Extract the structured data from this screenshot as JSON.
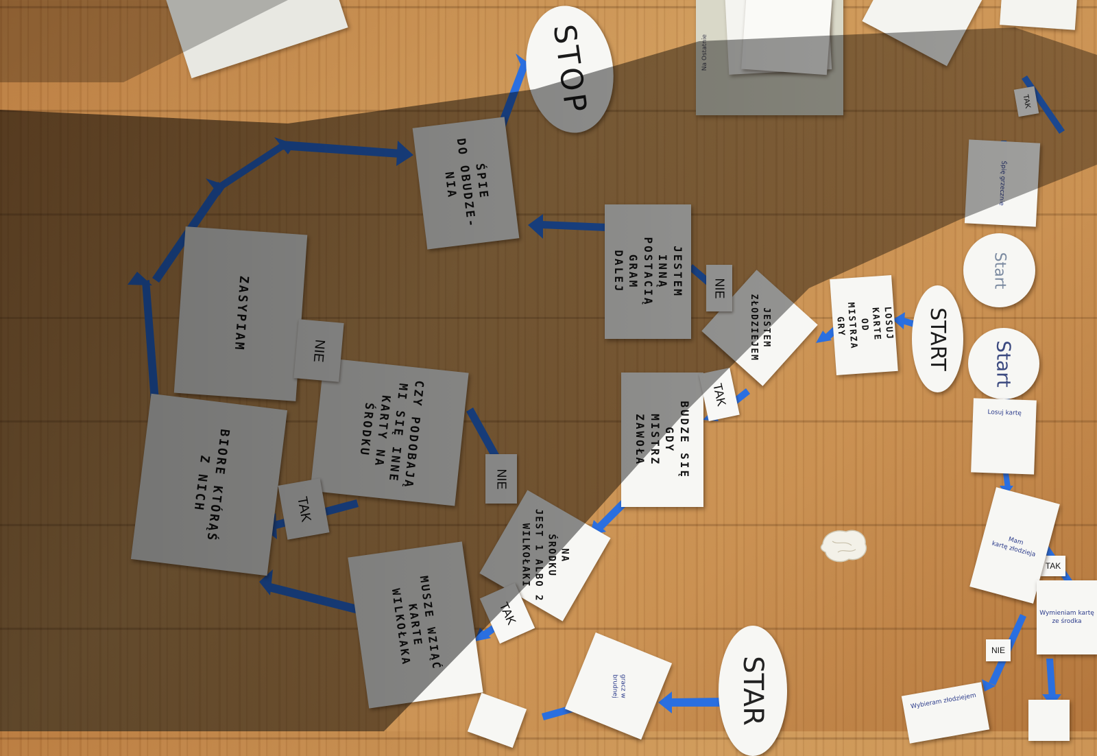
{
  "scene": {
    "ovals": {
      "stop": "STOP",
      "start_main": "START",
      "start_right_1": "Start",
      "start_right_2": "Start",
      "start_bottom": "STAR"
    },
    "decisions": {
      "nie_1": "NIE",
      "nie_2": "NIE",
      "nie_3": "NIE",
      "nie_4": "NIE",
      "tak_1": "TAK",
      "tak_2": "TAK",
      "tak_3": "TAK",
      "tak_4": "TAK",
      "tak_5": "TAK"
    },
    "cards": {
      "spie": "ŚPIE\nDO OBUDZE-\nNIA",
      "jestem_inna": "JESTEM INNĄ\nPOSTACIĄ GRAM\nDALEJ",
      "losuj": "LOSUJ\nKARTE\nOD\nMISTRZA\nGRY",
      "jestem_zloczynca": "JESTEM\nZŁODZIEJEM",
      "budze_sie": "BUDZE SIĘ\nGDY MISTRZ\nZAWOŁA",
      "zasypiam": "ZASYPIAM",
      "czy_podobaja": "CZY PODOBAJĄ\nMI SIĘ INNE\nKARTY NA\nŚRODKU",
      "biore_ktoras": "BIORE KTÓRĄŚ\nZ NICH",
      "na_srodku": "NA\nŚRODKU\nJEST 1 ALBO 2\nWILKOŁAKI",
      "musze_wziac": "MUSZE WZIĄĆ\nKARTE WILKOŁAKA",
      "bottom_partial": "gracz w\nbrudnej"
    },
    "right_notes": {
      "note_1": "Losuj kartę",
      "note_2": "Mam\nkartę złodzieja",
      "note_3": "Wymieniam kartę\nze środka",
      "note_4": "Wybieram złodziejem",
      "note_5": "Śpię grzecznie",
      "clipboard_label": "Na Ostatnie"
    },
    "colors": {
      "tape": "#2a6fe0",
      "paper": "#f7f7f4",
      "floor": "#c0884a"
    }
  }
}
